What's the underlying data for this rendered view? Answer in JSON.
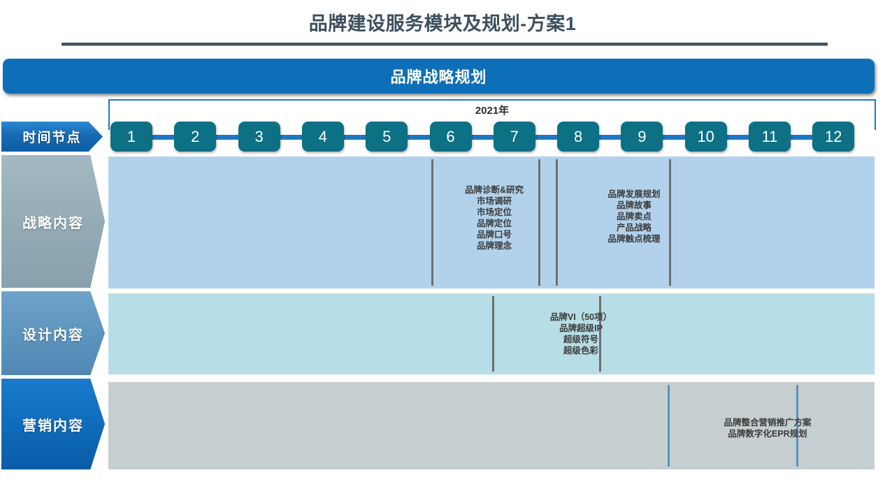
{
  "slide": {
    "title": "品牌建设服务模块及规划-方案1",
    "banner_title": "品牌战略规划",
    "year_label": "2021年"
  },
  "sidebar": {
    "items": [
      {
        "label": "时间节点",
        "color": "#1769b3"
      },
      {
        "label": "战略内容",
        "color": "#93aab5"
      },
      {
        "label": "设计内容",
        "color": "#5c93bd"
      },
      {
        "label": "营销内容",
        "color": "#0f6ab9"
      }
    ]
  },
  "timeline": {
    "nodes": [
      "1",
      "2",
      "3",
      "4",
      "5",
      "6",
      "7",
      "8",
      "9",
      "10",
      "11",
      "12"
    ],
    "node_color": "#0d7085",
    "line_color": "#1f76c4"
  },
  "rows": {
    "strategy": {
      "background": "#b2d2ec",
      "blocks": [
        {
          "lines": [
            "品牌诊断&研究",
            "市场调研",
            "市场定位",
            "品牌定位",
            "品牌口号",
            "品牌理念"
          ]
        },
        {
          "lines": [
            "品牌发展规划",
            "品牌故事",
            "品牌卖点",
            "产品战略",
            "品牌触点梳理"
          ]
        }
      ]
    },
    "design": {
      "background": "#b7dde6",
      "blocks": [
        {
          "lines": [
            "品牌VI（50项）",
            "品牌超级IP",
            "超级符号",
            "超级色彩"
          ]
        }
      ]
    },
    "marketing": {
      "background": "#c6cfd0",
      "blocks": [
        {
          "lines": [
            "品牌整合营销推广方案",
            "品牌数字化EPR规划"
          ]
        }
      ]
    }
  }
}
